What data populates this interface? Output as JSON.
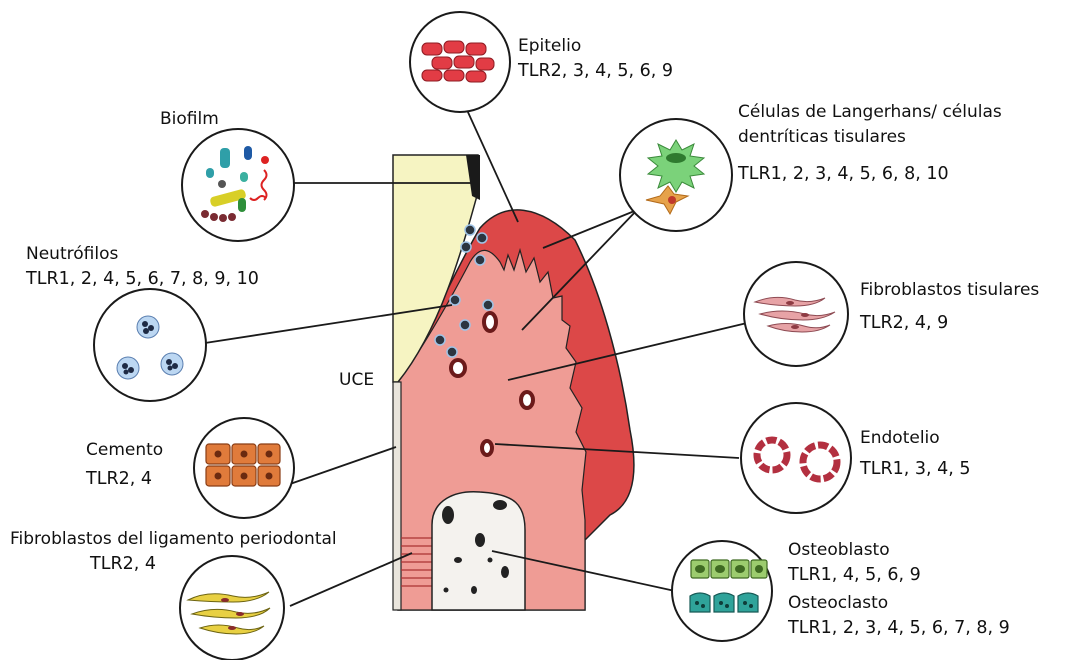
{
  "diagram": {
    "labels": {
      "epitelio": {
        "title": "Epitelio",
        "tlr": "TLR2, 3, 4, 5, 6, 9"
      },
      "langerhans": {
        "title_line1": "Células de Langerhans/ células",
        "title_line2": "dentríticas tisulares",
        "tlr": "TLR1, 2, 3, 4, 5, 6, 8, 10"
      },
      "biofilm": {
        "title": "Biofilm"
      },
      "neutrofilos": {
        "title": "Neutrófilos",
        "tlr": "TLR1, 2, 4, 5, 6, 7, 8, 9, 10"
      },
      "fibroblastos_tisulares": {
        "title": "Fibroblastos tisulares",
        "tlr": "TLR2, 4, 9"
      },
      "uce": {
        "title": "UCE"
      },
      "endotelio": {
        "title": "Endotelio",
        "tlr": "TLR1, 3, 4, 5"
      },
      "cemento": {
        "title": "Cemento",
        "tlr": "TLR2, 4"
      },
      "ligamento": {
        "title": "Fibroblastos del ligamento periodontal",
        "tlr": "TLR2, 4"
      },
      "osteoblasto": {
        "title": "Osteoblasto",
        "tlr": "TLR1, 4, 5, 6, 9"
      },
      "osteoclasto": {
        "title": "Osteoclasto",
        "tlr": "TLR1, 2, 3, 4, 5, 6, 7, 8, 9"
      }
    },
    "colors": {
      "tooth_enamel": "#f6f4c2",
      "gingiva_dark": "#dc4848",
      "gingiva_light": "#ef9c95",
      "bone": "#f4f2ee",
      "line": "#1a1a1a"
    }
  }
}
